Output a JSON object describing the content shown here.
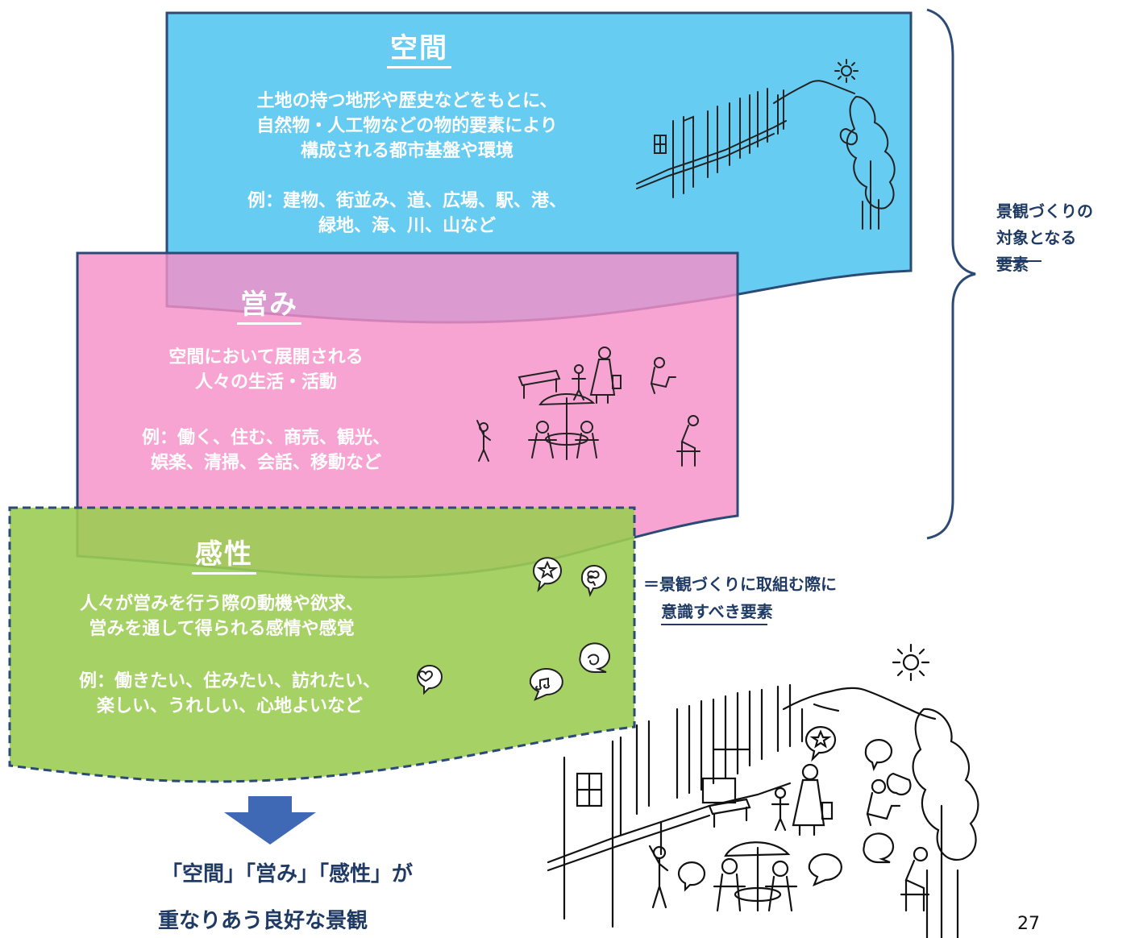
{
  "space": {
    "title": "空間",
    "desc": [
      "土地の持つ地形や歴史などをもとに、",
      "自然物・人工物などの物的要素により",
      "構成される都市基盤や環境"
    ],
    "example": [
      "例：建物、街並み、道、広場、駅、港、",
      "緑地、海、川、山など"
    ],
    "color": "#66ccf2"
  },
  "activity": {
    "title": "営み",
    "desc": [
      "空間において展開される",
      "人々の生活・活動"
    ],
    "example": [
      "例：働く、住む、商売、観光、",
      "娯楽、清掃、会話、移動など"
    ],
    "color": "#fda1cf"
  },
  "sensibility": {
    "title": "感性",
    "desc": [
      "人々が営みを行う際の動機や欲求、",
      "営みを通して得られる感情や感覚"
    ],
    "example": [
      "例：働きたい、住みたい、訪れたい、",
      "楽しい、うれしい、心地よいなど"
    ],
    "color": "#a2d35f"
  },
  "brace_note": {
    "lines": [
      "景観づくりの",
      "対象となる",
      "要素"
    ]
  },
  "sensibility_note": {
    "line1": "＝景観づくりに取組む際に",
    "line2_underlined": "意識すべき",
    "line2_rest": "要素"
  },
  "conclusion": {
    "line1": "「空間」「営み」「感性」が",
    "line2": "重なりあう良好な景観"
  },
  "page_number": "27",
  "colors": {
    "navy": "#1f3a64",
    "arrow": "#3f69b5",
    "border": "#2b4a75"
  }
}
